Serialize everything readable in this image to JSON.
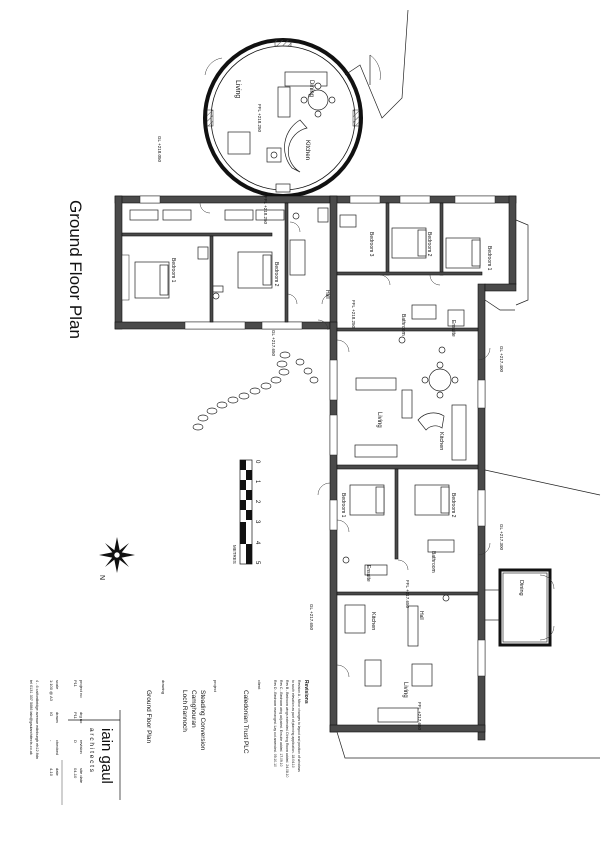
{
  "drawing_title": "Ground Floor Plan",
  "rooms": {
    "living_round": "Living",
    "dining_round": "Dining",
    "kitchen_round": "Kitchen",
    "bedroom1_west": "Bedroom 1",
    "bedroom2_west": "Bedroom 2",
    "hall_west": "Hall",
    "bedroom3_mid": "Bedroom 3",
    "bedroom2_mid": "Bedroom 2",
    "bedroom1_east": "Bedroom 1",
    "bathroom_mid": "Bathroom",
    "ensuite_mid": "Ensuite",
    "living_mid": "Living",
    "kitchen_mid": "Kitchen",
    "bedroom1_south": "Bedroom 1",
    "bedroom2_south": "Bedroom 2",
    "bathroom_south": "Bathroom",
    "ensuite_south": "Ensuite",
    "hall_south": "Hall",
    "kitchen_south": "Kitchen",
    "living_south": "Living",
    "dining_annex": "Dining"
  },
  "levels": {
    "l1": "FFL +218.250",
    "l2": "GL +218.050",
    "l3": "GL +217.650",
    "l4": "FFL +218.250",
    "l5": "GL +217.400",
    "l6": "FFL +217.650",
    "l7": "GL +217.300",
    "l8": "GL +217.650",
    "l9": "FFL +217.650",
    "l10": "FFL +218.250"
  },
  "scale_bar": {
    "ticks": [
      "0",
      "1",
      "2",
      "3",
      "4",
      "5"
    ],
    "unit": "METRES"
  },
  "north": "N",
  "title_block": {
    "practice_name": "iain gaul",
    "practice_sub": "architects",
    "revisions_heading": "Revisions",
    "revisions_lines": [
      "Revision A - Minor changes to layout and position of windows",
      "to south elevation as part of planning application. 18.04.10",
      "Rev B - Bedroom wings extended. Dining Room added. 24.08.10",
      "Rev C - Bedroom wing adjusted. Ensuite added. 17.09.10",
      "Rev D - Bedroom rearranged. Lay out amended. 09.10.10"
    ],
    "client_label": "client",
    "client": "Caledonian Trust PLC",
    "project_label": "project",
    "project_lines": [
      "Steading Conversion",
      "Camghouran",
      "Loch Rannoch"
    ],
    "drawing_label": "drawing",
    "drawing": "Ground Floor Plan",
    "meta_headers_1": [
      "project no",
      "drg no",
      "revision",
      "site date"
    ],
    "meta_values_1": [
      "P11",
      "P11",
      "D",
      "04-10"
    ],
    "meta_headers_2": [
      "scale",
      "drawn",
      "checked",
      "date"
    ],
    "meta_values_2": [
      "1:100 @ A3",
      "IG",
      "-",
      "4-10"
    ],
    "address_lines": [
      "4 - 6 calfordbridge avenue edinburgh eh12 8dn",
      "tel 0131 337 5686  iain@gaularchitects.co.uk"
    ]
  }
}
